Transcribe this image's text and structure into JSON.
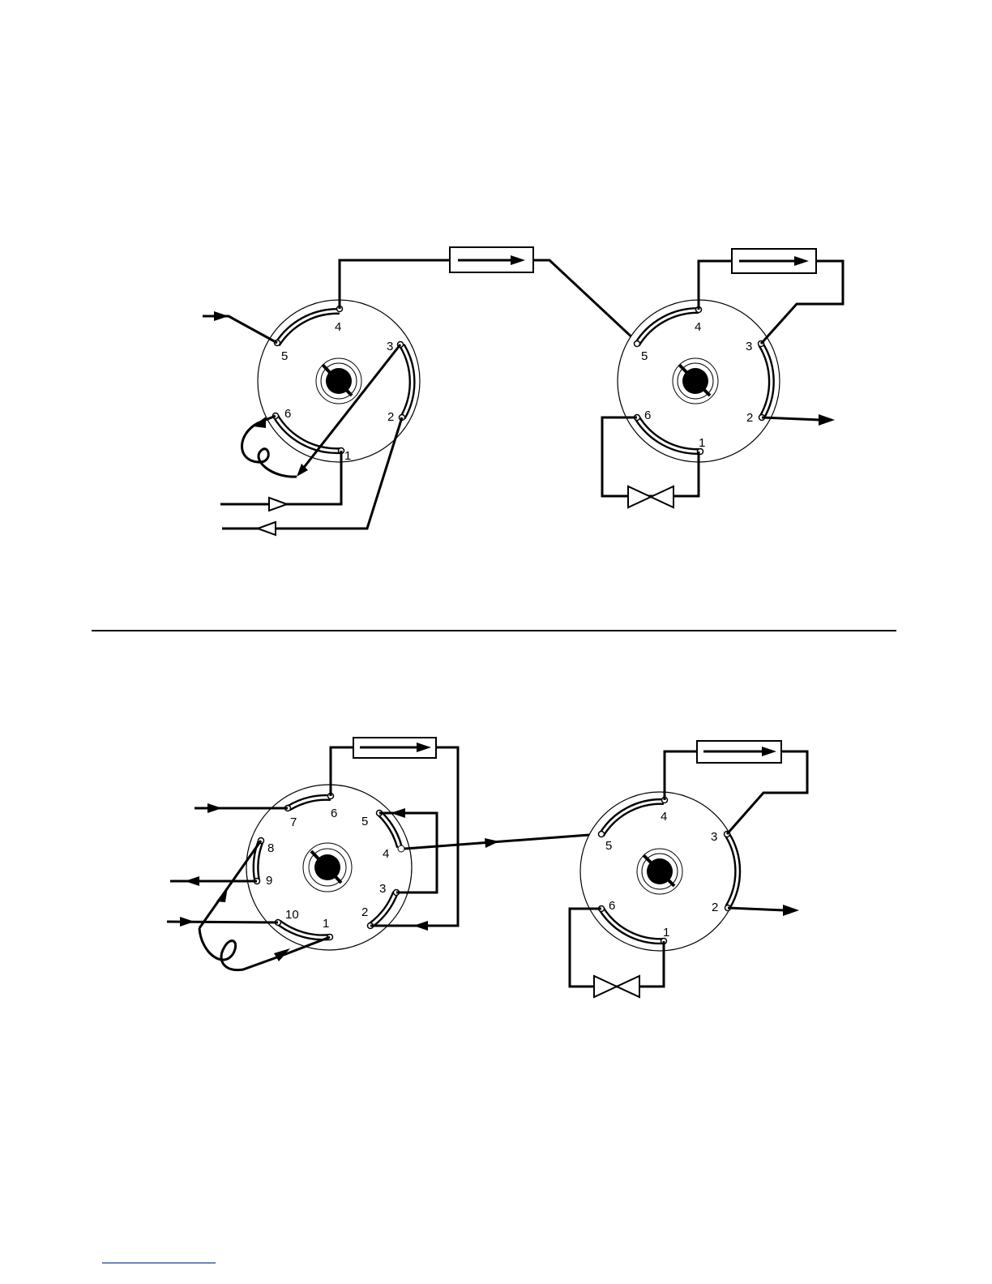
{
  "figure_top": {
    "valve_left_ports": [
      "1",
      "2",
      "3",
      "4",
      "5",
      "6"
    ],
    "valve_right_ports": [
      "1",
      "2",
      "3",
      "4",
      "5",
      "6"
    ]
  },
  "figure_bottom": {
    "valve_left_ports": [
      "1",
      "2",
      "3",
      "4",
      "5",
      "6",
      "7",
      "8",
      "9",
      "10"
    ],
    "valve_right_ports": [
      "1",
      "2",
      "3",
      "4",
      "5",
      "6"
    ]
  }
}
